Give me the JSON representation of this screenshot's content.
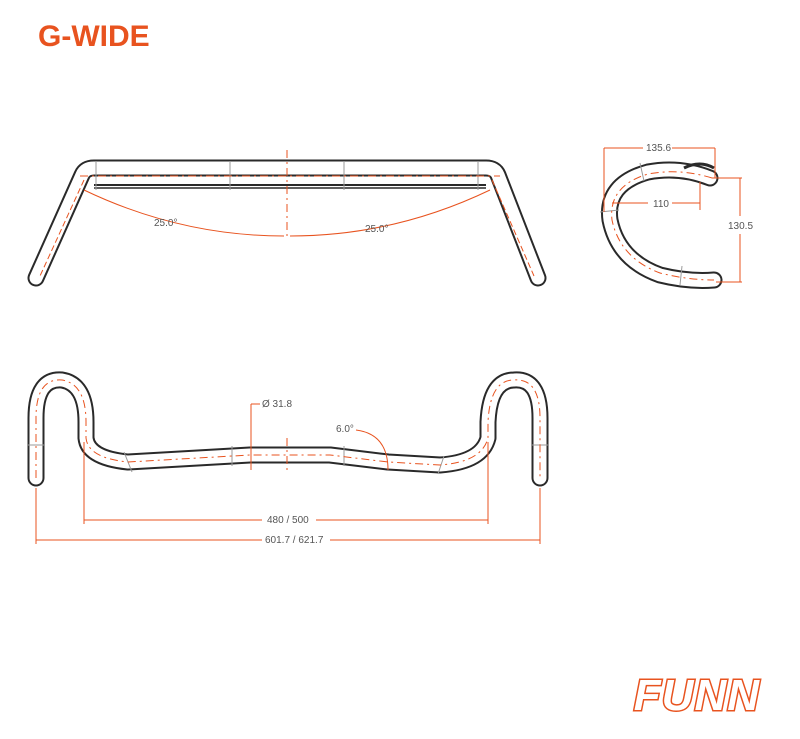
{
  "title": "G-WIDE",
  "colors": {
    "accent": "#e8531f",
    "tube_outline": "#2a2a2a",
    "dimension_text": "#555555"
  },
  "front_view": {
    "angle_left": "25.0°",
    "angle_right": "25.0°"
  },
  "side_view": {
    "reach": "135.6",
    "inner_reach": "110",
    "drop": "130.5"
  },
  "top_view": {
    "clamp_diameter": "Ø 31.8",
    "sweep_angle": "6.0°",
    "width_ctc": "480 / 500",
    "width_outer": "601.7 / 621.7"
  },
  "logo": {
    "text": "FUNN"
  }
}
